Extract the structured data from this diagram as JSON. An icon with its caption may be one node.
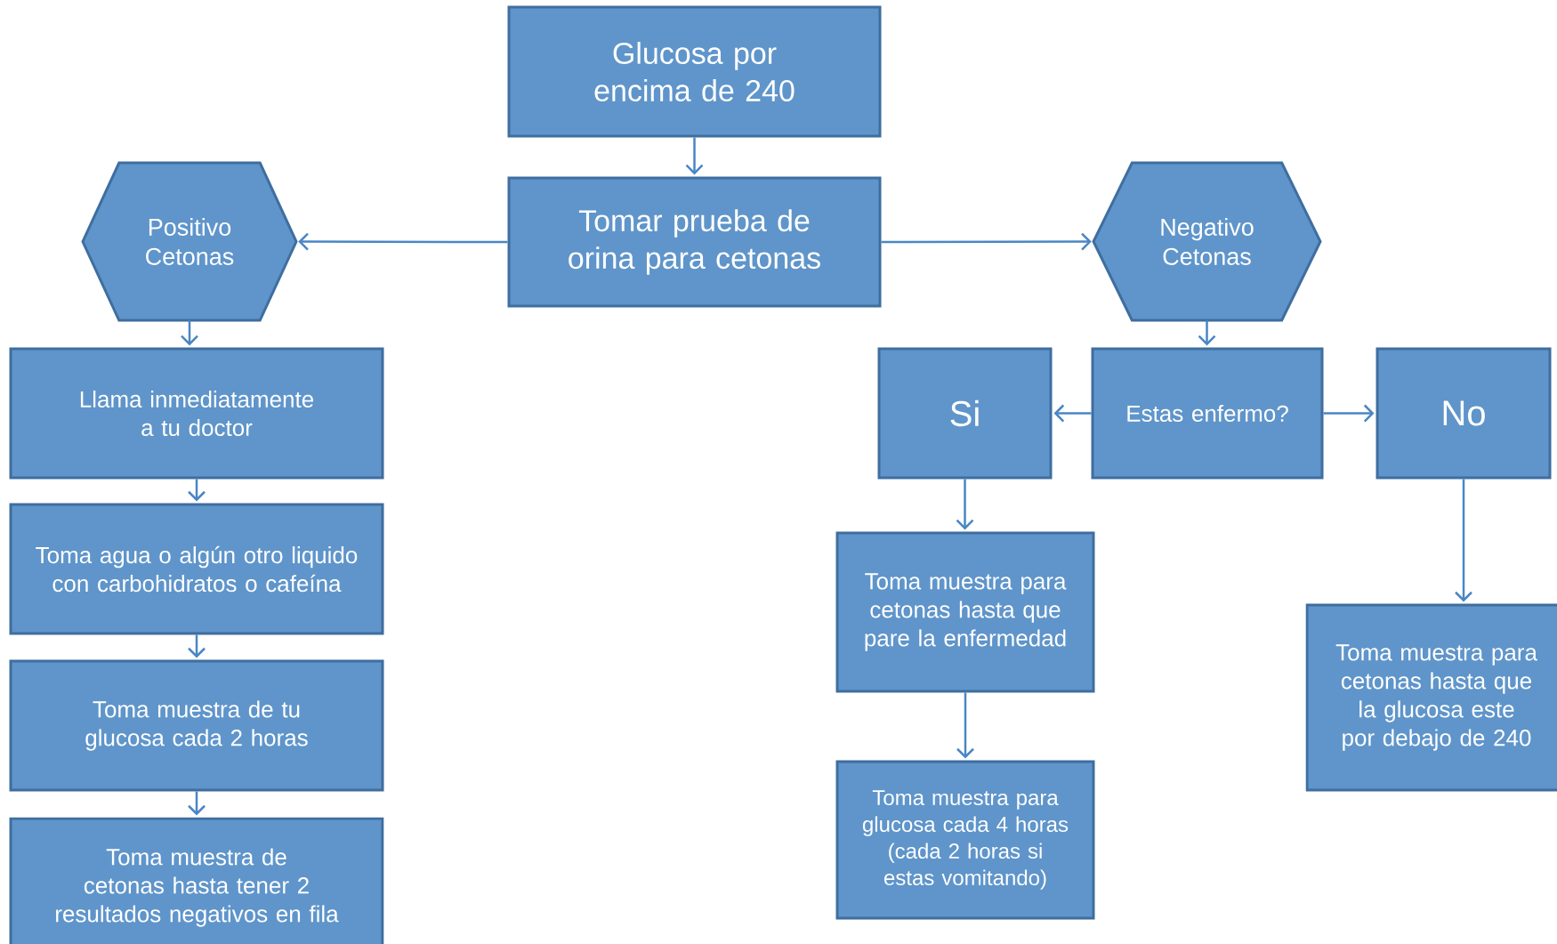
{
  "diagram": {
    "nodes": [
      {
        "text": [
          "Glucosa por encima de 240"
        ]
      },
      {
        "text": [
          "Tomar prueba de orina para cetonas"
        ]
      },
      {
        "text": [
          "Positivo Cetonas"
        ]
      },
      {
        "text": [
          "Negativo Cetonas"
        ]
      },
      {
        "text": [
          "Llama inmediatamente a tu doctor"
        ]
      },
      {
        "text": [
          "Si"
        ]
      },
      {
        "text": [
          "Estas enfermo?"
        ]
      },
      {
        "text": [
          "No"
        ]
      },
      {
        "text": [
          "Toma agua o algún otro liquido con carbohidratos o cafeína"
        ]
      },
      {
        "text": [
          "Toma muestra para cetonas hasta que pare la enfermedad"
        ]
      },
      {
        "text": [
          "Toma muestra para cetonas hasta que la glucosa este por debajo de 240"
        ]
      },
      {
        "text": [
          "Toma muestra de tu glucosa cada 2 horas"
        ]
      },
      {
        "text": [
          "Toma muestra para glucosa cada 4 horas (cada 2 horas si estas vomitando)"
        ]
      },
      {
        "text": [
          "Toma muestra de cetonas hasta tener 2 resultados negativos en fila"
        ]
      }
    ],
    "edges": [
      {
        "from": 0,
        "to": 1,
        "arrow": "to"
      },
      {
        "from": 1,
        "to": 2,
        "arrow": "to"
      },
      {
        "from": 1,
        "to": 3,
        "arrow": "to"
      },
      {
        "from": 2,
        "to": 4,
        "arrow": "to"
      },
      {
        "from": 4,
        "to": 8,
        "arrow": "to"
      },
      {
        "from": 8,
        "to": 11,
        "arrow": "to"
      },
      {
        "from": 11,
        "to": 13,
        "arrow": "to"
      },
      {
        "from": 3,
        "to": 6,
        "arrow": "to"
      },
      {
        "from": 6,
        "to": 5,
        "arrow": "to"
      },
      {
        "from": 6,
        "to": 7,
        "arrow": "to"
      },
      {
        "from": 5,
        "to": 9,
        "arrow": "to"
      },
      {
        "from": 9,
        "to": 12,
        "arrow": "to"
      },
      {
        "from": 7,
        "to": 10,
        "arrow": "to"
      }
    ]
  }
}
